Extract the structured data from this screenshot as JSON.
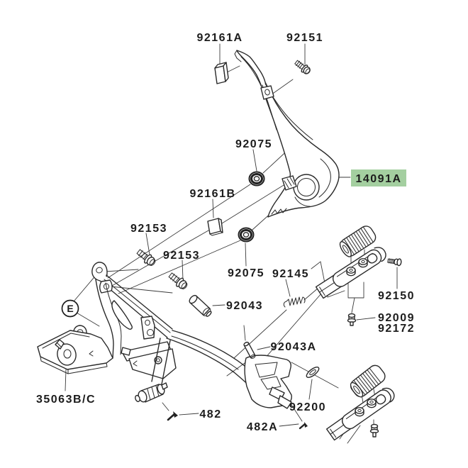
{
  "diagram": {
    "background": "#ffffff",
    "line_color": "#2a2a2a",
    "highlight_color": "#a4cfa0",
    "highlighted_part": "14091A",
    "reference_marker": "E"
  },
  "part_labels": {
    "p92161a": "92161A",
    "p92151": "92151",
    "p92075_upper": "92075",
    "p14091a": "14091A",
    "p92161b": "92161B",
    "p92153_1": "92153",
    "p92153_2": "92153",
    "p92075_lower": "92075",
    "p92145": "92145",
    "p92043": "92043",
    "p92150": "92150",
    "p92009": "92009",
    "p92172": "92172",
    "p92043a": "92043A",
    "p35063": "35063B/C",
    "p92200": "92200",
    "p482": "482",
    "p482a": "482A",
    "ref_e": "E"
  }
}
